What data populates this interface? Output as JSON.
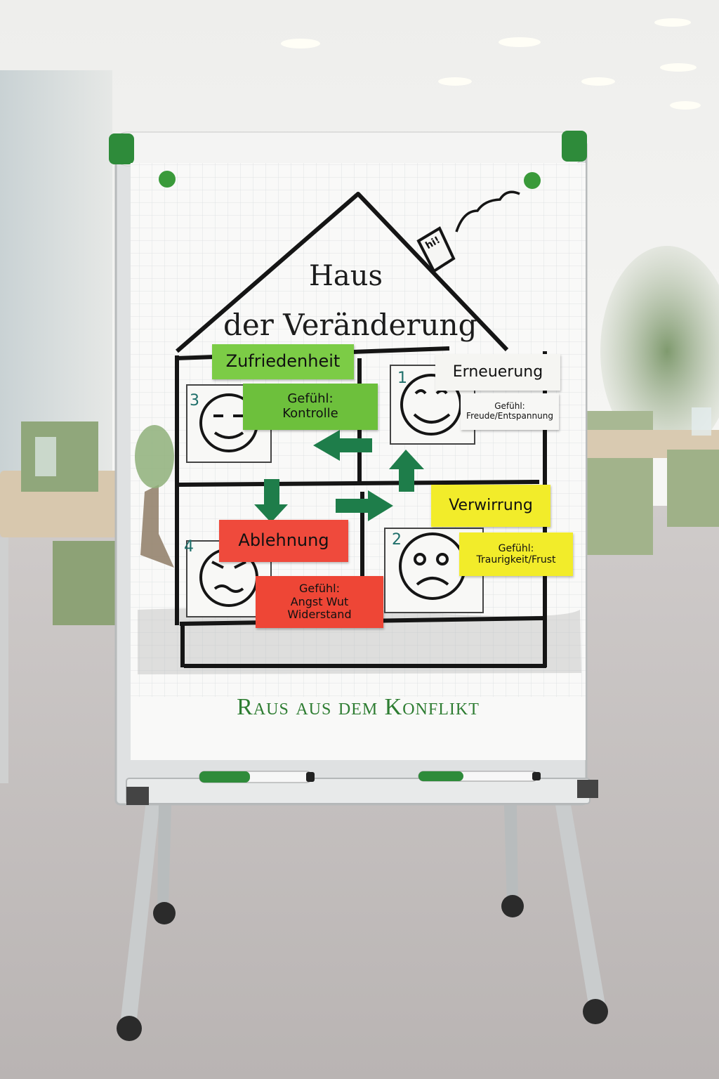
{
  "flipchart": {
    "title_line1": "Haus",
    "title_line2": "der Veränderung",
    "footer": "Raus aus dem Konflikt",
    "chimney_text": "hi!"
  },
  "rooms": [
    {
      "number": "1",
      "label": "Erneuerung",
      "feeling": "Gefühl:\nFreude/Entspannung",
      "label_color": "#f5f5f2",
      "feeling_color": "#f7f7f5",
      "face": "happy-face-icon"
    },
    {
      "number": "2",
      "label": "Verwirrung",
      "feeling": "Gefühl:\nTraurigkeit/Frust",
      "label_color": "#f2ec2a",
      "feeling_color": "#f2ec2a",
      "face": "sad-face-icon"
    },
    {
      "number": "3",
      "label": "Zufriedenheit",
      "feeling": "Gefühl:\nKontrolle",
      "label_color": "#7ccc46",
      "feeling_color": "#6dc03c",
      "face": "content-face-icon"
    },
    {
      "number": "4",
      "label": "Ablehnung",
      "feeling": "Gefühl:\nAngst Wut\nWiderstand",
      "label_color": "#ef4a3c",
      "feeling_color": "#ee4636",
      "face": "angry-face-icon"
    }
  ],
  "colors": {
    "marker_green": "#2e8b3a",
    "arrow_green": "#1e7d4a",
    "footer_green": "#2e7d32"
  }
}
